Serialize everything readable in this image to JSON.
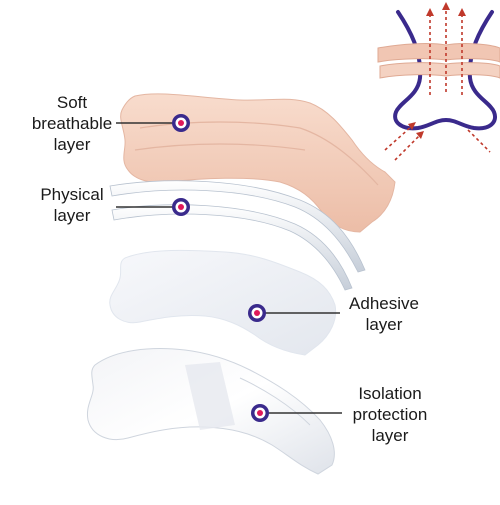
{
  "diagram": {
    "layers": [
      {
        "id": "soft",
        "lines": [
          "Soft",
          "breathable",
          "layer"
        ]
      },
      {
        "id": "physical",
        "lines": [
          "Physical",
          "layer"
        ]
      },
      {
        "id": "adhesive",
        "lines": [
          "Adhesive",
          "layer"
        ]
      },
      {
        "id": "isolation",
        "lines": [
          "Isolation",
          "protection",
          "layer"
        ]
      }
    ],
    "colors": {
      "skin": "#f3cfbd",
      "skin_edge": "#e2b4a0",
      "film": "#eef1f6",
      "film_edge": "#c9d2dd",
      "marker_outer": "#3a2a8c",
      "marker_ring": "#ffffff",
      "marker_core": "#e0195a",
      "airflow": "#c0392b",
      "nose_outline": "#3a2a8c",
      "leader_line": "#333333"
    },
    "icons": [
      "nose-airflow-icon",
      "layer-marker-icon"
    ]
  }
}
